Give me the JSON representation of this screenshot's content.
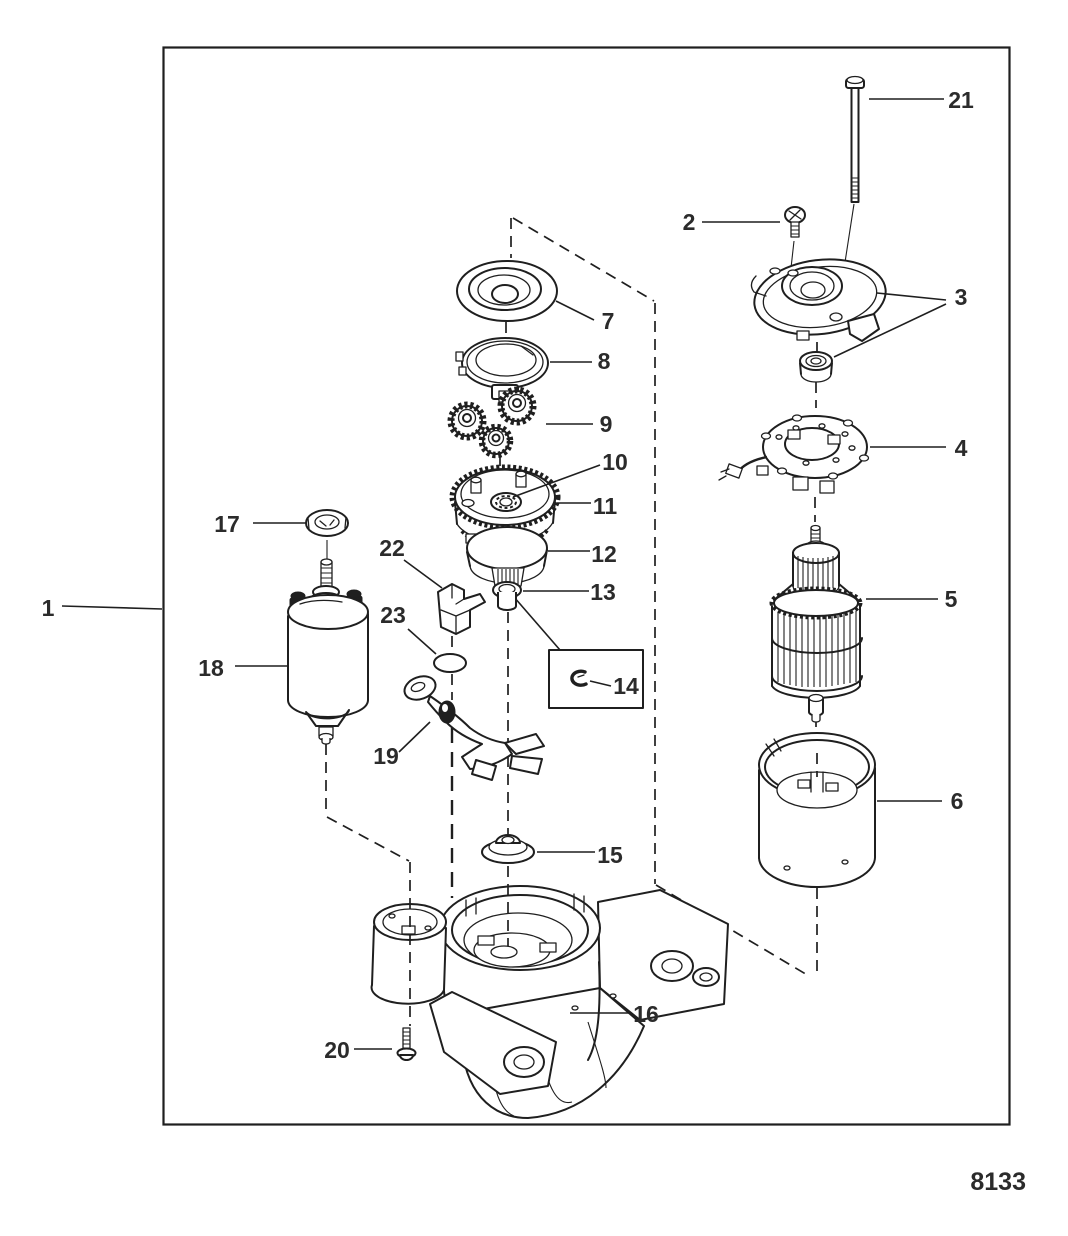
{
  "figure": {
    "code": "8133"
  },
  "colors": {
    "ink": "#1f1f1f",
    "label": "#2b2b2b",
    "background": "#ffffff"
  },
  "callouts": [
    {
      "num": "1"
    },
    {
      "num": "2"
    },
    {
      "num": "3"
    },
    {
      "num": "4"
    },
    {
      "num": "5"
    },
    {
      "num": "6"
    },
    {
      "num": "7"
    },
    {
      "num": "8"
    },
    {
      "num": "9"
    },
    {
      "num": "10"
    },
    {
      "num": "11"
    },
    {
      "num": "12"
    },
    {
      "num": "13"
    },
    {
      "num": "14"
    },
    {
      "num": "15"
    },
    {
      "num": "16"
    },
    {
      "num": "17"
    },
    {
      "num": "18"
    },
    {
      "num": "19"
    },
    {
      "num": "20"
    },
    {
      "num": "21"
    },
    {
      "num": "22"
    },
    {
      "num": "23"
    }
  ]
}
